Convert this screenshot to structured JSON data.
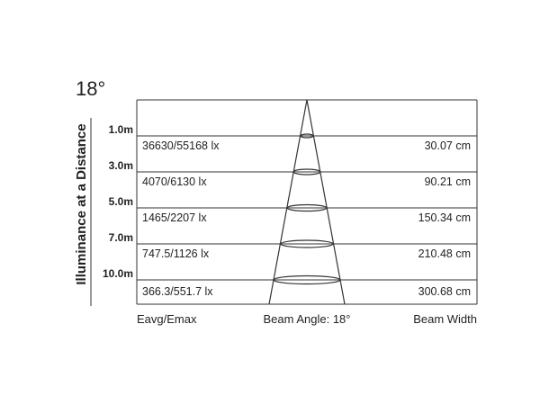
{
  "title": "18°",
  "vertical_label": "Illuminance at a Distance",
  "rows": [
    {
      "distance": "1.0m",
      "illuminance": "36630/55168 lx",
      "width": "30.07 cm"
    },
    {
      "distance": "3.0m",
      "illuminance": "4070/6130 lx",
      "width": "90.21 cm"
    },
    {
      "distance": "5.0m",
      "illuminance": "1465/2207 lx",
      "width": "150.34 cm"
    },
    {
      "distance": "7.0m",
      "illuminance": "747.5/1126 lx",
      "width": "210.48 cm"
    },
    {
      "distance": "10.0m",
      "illuminance": "366.3/551.7 lx",
      "width": "300.68 cm"
    }
  ],
  "footer": {
    "left": "Eavg/Emax",
    "center": "Beam Angle: 18°",
    "right": "Beam Width"
  }
}
